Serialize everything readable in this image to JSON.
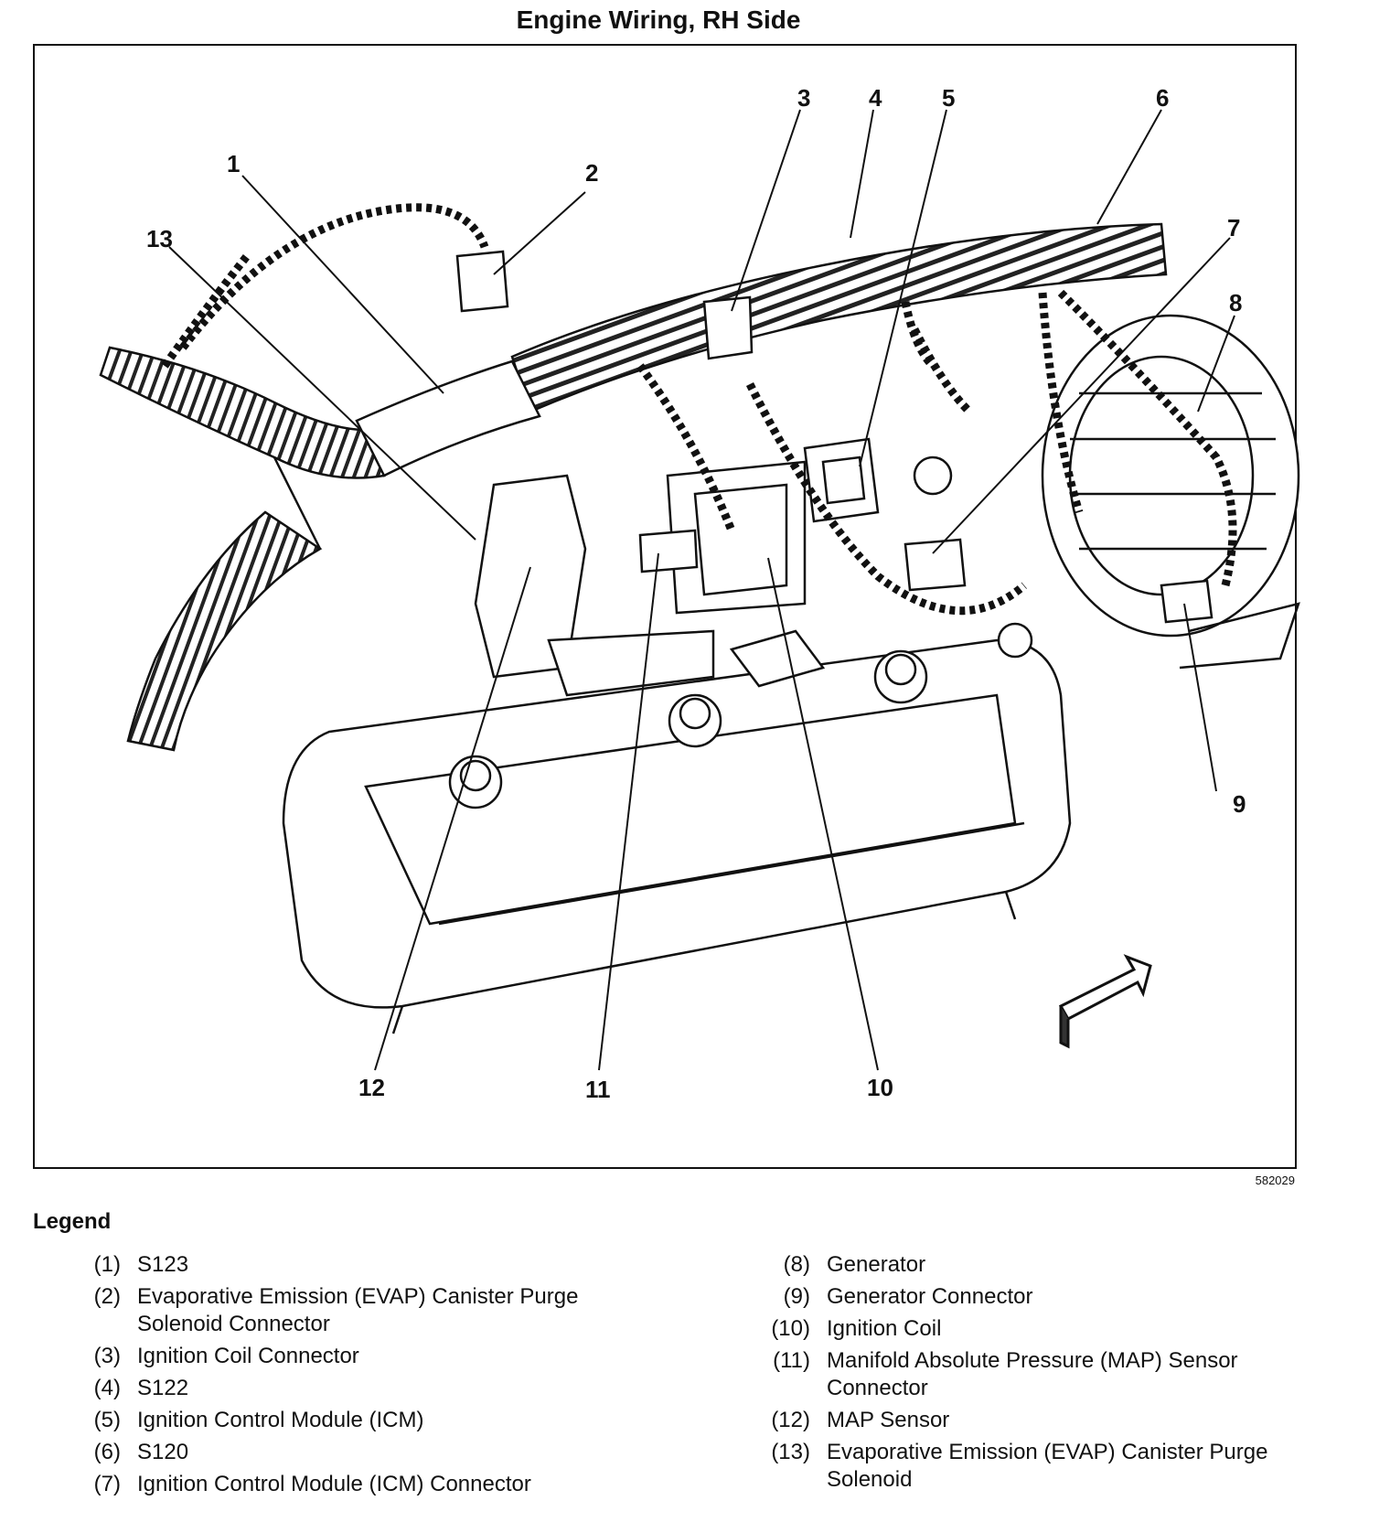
{
  "title": "Engine Wiring, RH Side",
  "figure_number": "582029",
  "legend_heading": "Legend",
  "callouts": [
    "1",
    "2",
    "3",
    "4",
    "5",
    "6",
    "7",
    "8",
    "9",
    "10",
    "11",
    "12",
    "13"
  ],
  "legend": [
    {
      "num": "(1)",
      "text": "S123"
    },
    {
      "num": "(2)",
      "text": "Evaporative Emission (EVAP) Canister Purge Solenoid Connector"
    },
    {
      "num": "(3)",
      "text": "Ignition Coil Connector"
    },
    {
      "num": "(4)",
      "text": "S122"
    },
    {
      "num": "(5)",
      "text": "Ignition Control Module (ICM)"
    },
    {
      "num": "(6)",
      "text": "S120"
    },
    {
      "num": "(7)",
      "text": "Ignition Control Module (ICM) Connector"
    },
    {
      "num": "(8)",
      "text": "Generator"
    },
    {
      "num": "(9)",
      "text": "Generator Connector"
    },
    {
      "num": "(10)",
      "text": "Ignition Coil"
    },
    {
      "num": "(11)",
      "text": "Manifold Absolute Pressure (MAP) Sensor Connector"
    },
    {
      "num": "(12)",
      "text": "MAP Sensor"
    },
    {
      "num": "(13)",
      "text": "Evaporative Emission (EVAP) Canister Purge Solenoid"
    }
  ]
}
